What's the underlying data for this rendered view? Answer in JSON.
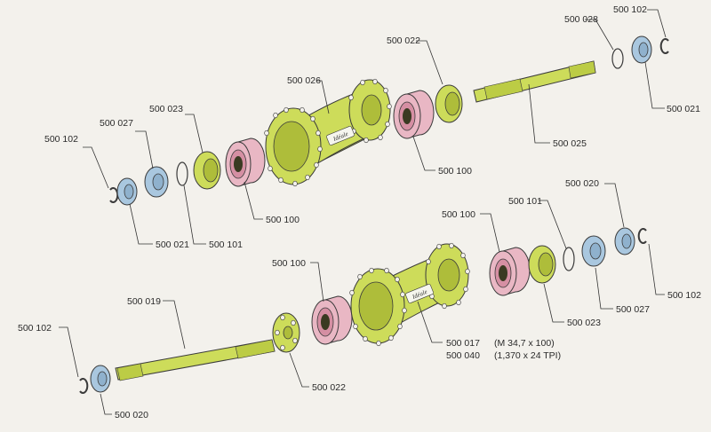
{
  "labels": {
    "top_500102_right": "500 102",
    "top_500028": "500 028",
    "top_500022": "500 022",
    "top_500026": "500 026",
    "top_500021_right": "500 021",
    "top_500025": "500 025",
    "top_500027": "500 027",
    "top_500023": "500 023",
    "top_500102_left": "500 102",
    "top_500100_right": "500 100",
    "top_500100_left": "500 100",
    "top_500101": "500 101",
    "top_500021_left": "500 021",
    "bot_500020_right": "500 020",
    "bot_500100_right": "500 100",
    "bot_500101": "500 101",
    "bot_500100_left": "500 100",
    "bot_500019": "500 019",
    "bot_500102_right": "500 102",
    "bot_500027": "500 027",
    "bot_500023": "500 023",
    "bot_500102_left": "500 102",
    "bot_500017": "500 017",
    "bot_500017_spec": "(M 34,7 x 100)",
    "bot_500040": "500 040",
    "bot_500040_spec": "(1,370 x 24 TPI)",
    "bot_500022": "500 022",
    "bot_500020_left": "500 020"
  },
  "hub_text": {
    "top": "Idéale",
    "bottom": "Idéale"
  },
  "colors": {
    "steel": "#a9c7df",
    "bearing": "#e9b7c4",
    "alloy": "#cddc5a",
    "background": "#f3f1ec"
  }
}
